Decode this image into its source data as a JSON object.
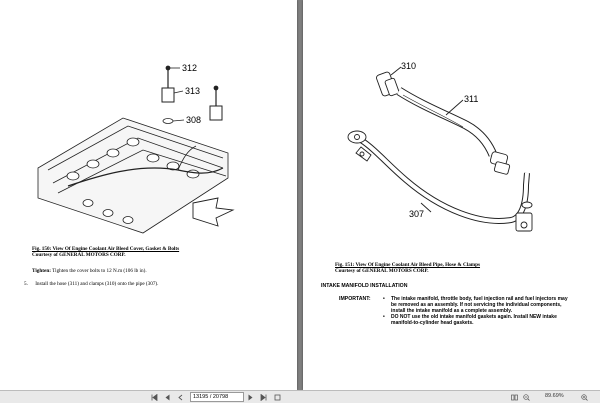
{
  "left_page": {
    "callouts": {
      "c312": "312",
      "c313": "313",
      "c308": "308"
    },
    "caption": {
      "title": "Fig. 150: View Of Engine Coolant Air Bleed Cover, Gasket & Bolts",
      "courtesy": "Courtesy of GENERAL MOTORS CORP."
    },
    "tighten": {
      "label": "Tighten:",
      "text": "Tighten the cover bolts to 12 N.m (106 lb in)."
    },
    "step": {
      "number": "5.",
      "text": "Install the hose (311) and clamps (310) onto the pipe (307)."
    }
  },
  "right_page": {
    "callouts": {
      "c310": "310",
      "c311": "311",
      "c307": "307"
    },
    "caption": {
      "title": "Fig. 151: View Of Engine Coolant Air Bleed Pipe, Hose & Clamps",
      "courtesy": "Courtesy of GENERAL MOTORS CORP."
    },
    "section_title": "INTAKE MANIFOLD INSTALLATION",
    "important_label": "IMPORTANT:",
    "notes": [
      "The intake manifold, throttle body, fuel injection rail and fuel injectors may be removed as an assembly. If not servicing the individual components, install the intake manifold as a complete assembly.",
      "DO NOT use the old intake manifold gaskets again. Install NEW intake manifold-to-cylinder head gaskets."
    ],
    "bullet": "•"
  },
  "statusbar": {
    "page_field": "13195 / 20798",
    "zoom": "89.69%",
    "icons": [
      "first-page-icon",
      "prev-page-icon",
      "next-page-icon",
      "last-page-icon",
      "fit-icon",
      "zoom-out-icon",
      "zoom-in-icon"
    ]
  }
}
